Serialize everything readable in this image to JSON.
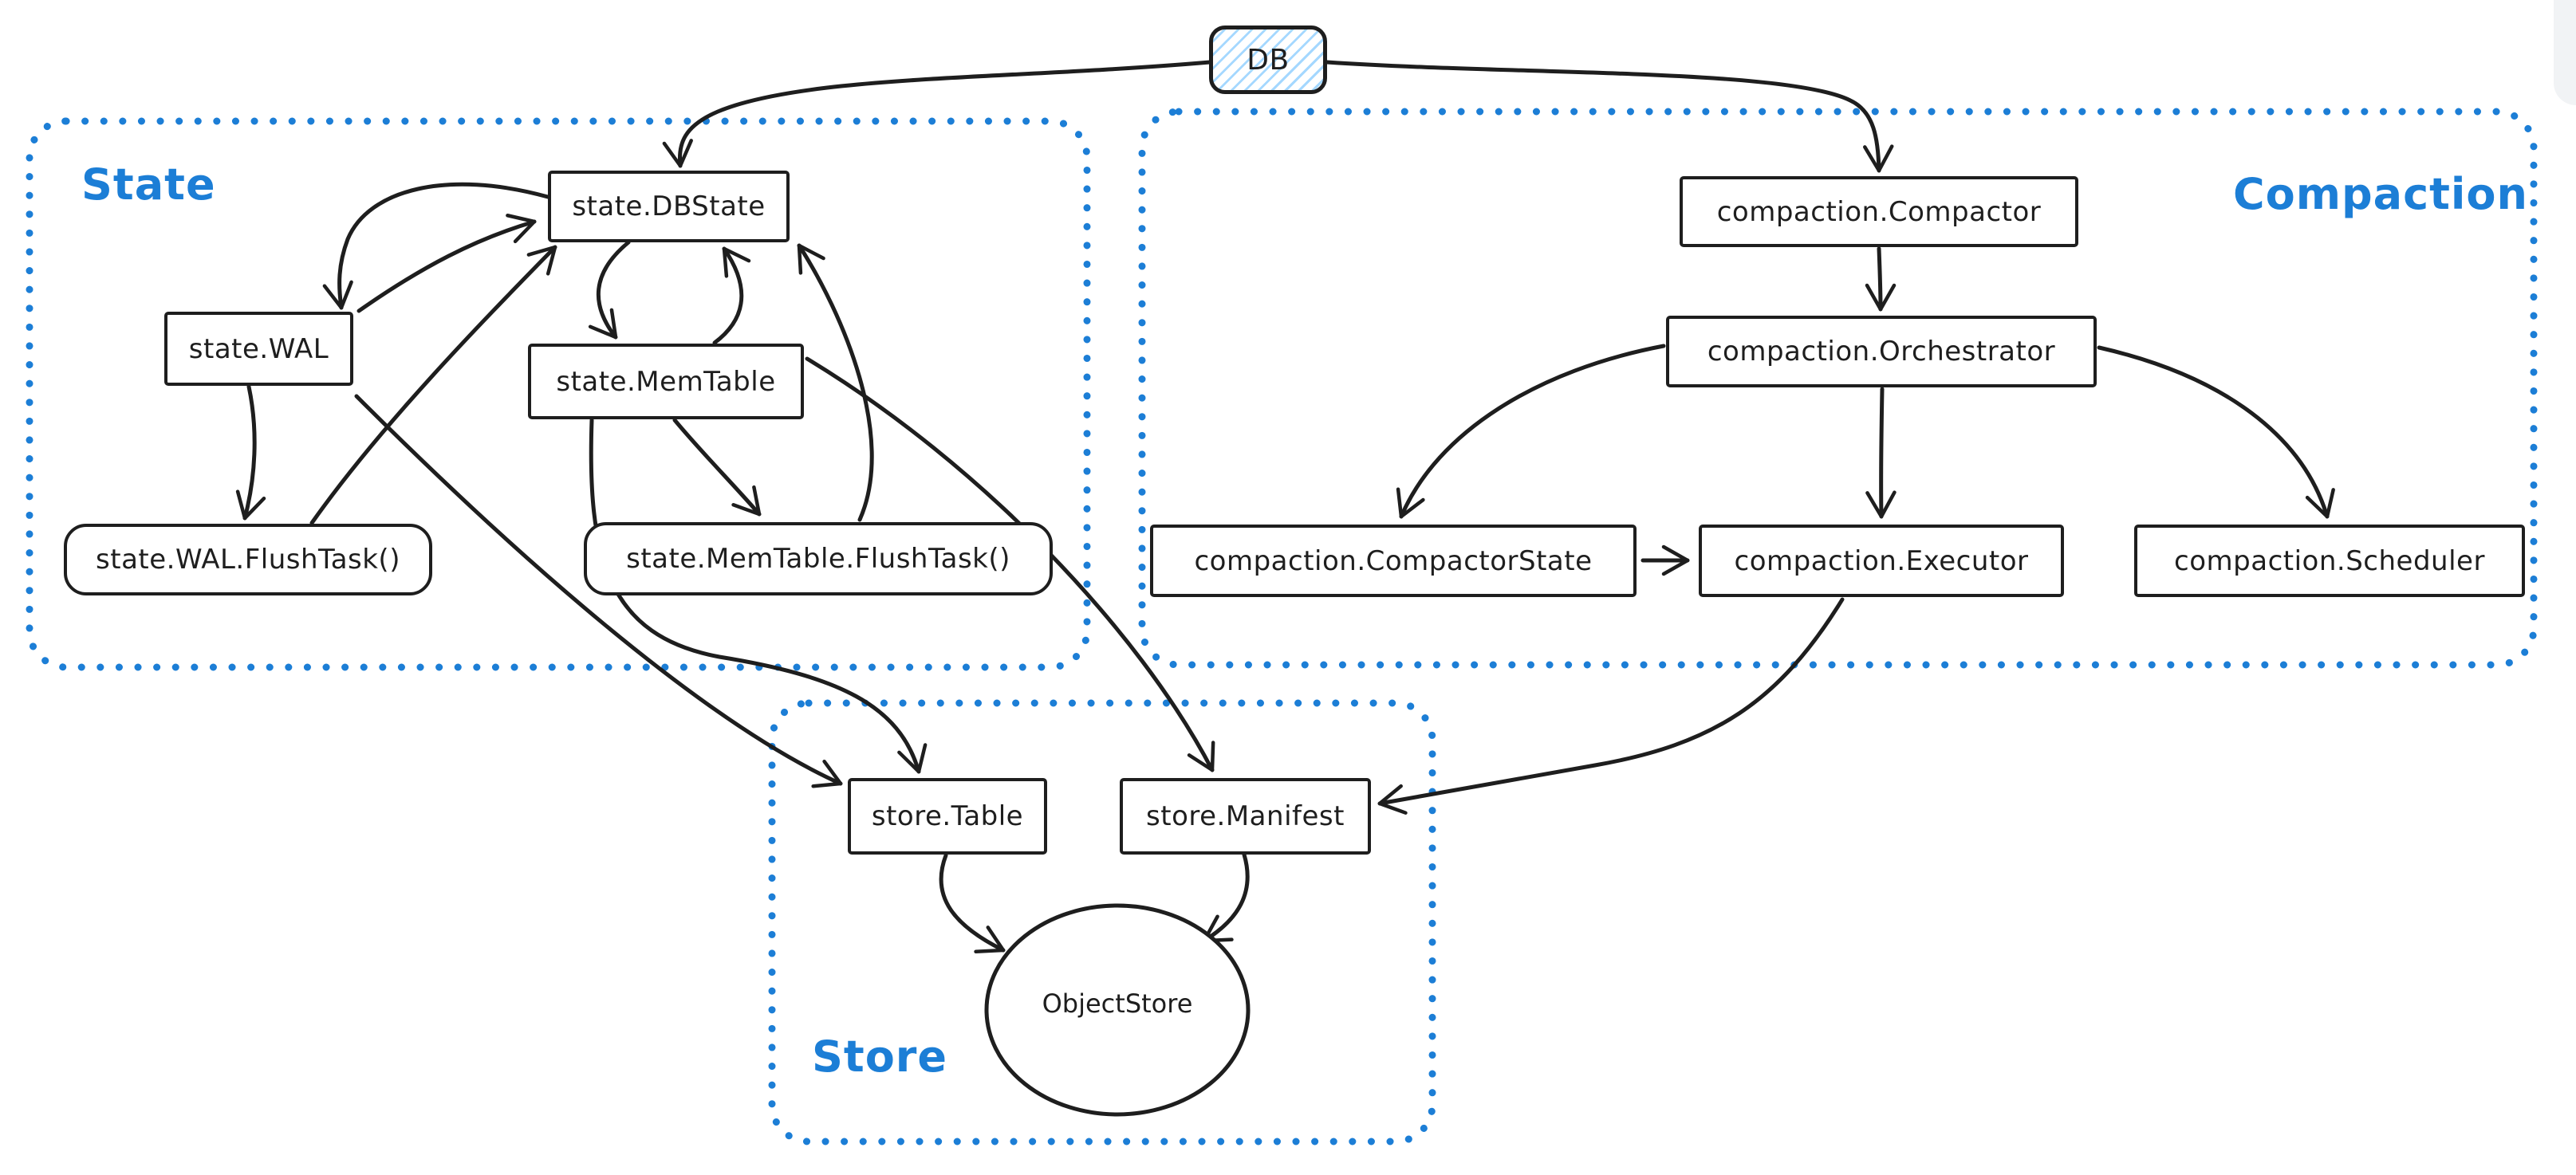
{
  "canvas": {
    "background": "#ffffff",
    "stroke_color": "#1e1e1e",
    "group_accent_color": "#1c7ed6",
    "db_hatch_color": "#a5d8ff"
  },
  "groups": {
    "state": {
      "label": "State"
    },
    "compaction": {
      "label": "Compaction"
    },
    "store": {
      "label": "Store"
    }
  },
  "nodes": {
    "db": {
      "label": "DB",
      "shape": "rounded-rect-hatched",
      "group": null
    },
    "state_dbstate": {
      "label": "state.DBState",
      "shape": "rect",
      "group": "State"
    },
    "state_wal": {
      "label": "state.WAL",
      "shape": "rect",
      "group": "State"
    },
    "state_memtable": {
      "label": "state.MemTable",
      "shape": "rect",
      "group": "State"
    },
    "state_wal_flushtask": {
      "label": "state.WAL.FlushTask()",
      "shape": "rounded-rect",
      "group": "State"
    },
    "state_memtable_flushtask": {
      "label": "state.MemTable.FlushTask()",
      "shape": "rounded-rect",
      "group": "State"
    },
    "compaction_compactor": {
      "label": "compaction.Compactor",
      "shape": "rect",
      "group": "Compaction"
    },
    "compaction_orchestrator": {
      "label": "compaction.Orchestrator",
      "shape": "rect",
      "group": "Compaction"
    },
    "compaction_compactorstate": {
      "label": "compaction.CompactorState",
      "shape": "rect",
      "group": "Compaction"
    },
    "compaction_executor": {
      "label": "compaction.Executor",
      "shape": "rect",
      "group": "Compaction"
    },
    "compaction_scheduler": {
      "label": "compaction.Scheduler",
      "shape": "rect",
      "group": "Compaction"
    },
    "store_table": {
      "label": "store.Table",
      "shape": "rect",
      "group": "Store"
    },
    "store_manifest": {
      "label": "store.Manifest",
      "shape": "rect",
      "group": "Store"
    },
    "objectstore": {
      "label": "ObjectStore",
      "shape": "ellipse",
      "group": "Store"
    }
  },
  "edges": [
    {
      "from": "DB",
      "to": "state.DBState"
    },
    {
      "from": "DB",
      "to": "compaction.Compactor"
    },
    {
      "from": "state.DBState",
      "to": "state.WAL"
    },
    {
      "from": "state.WAL",
      "to": "state.DBState"
    },
    {
      "from": "state.WAL.FlushTask()",
      "to": "state.DBState"
    },
    {
      "from": "state.WAL",
      "to": "state.WAL.FlushTask()"
    },
    {
      "from": "state.WAL",
      "to": "store.Table"
    },
    {
      "from": "state.DBState",
      "to": "state.MemTable"
    },
    {
      "from": "state.MemTable",
      "to": "state.DBState"
    },
    {
      "from": "state.MemTable",
      "to": "state.MemTable.FlushTask()"
    },
    {
      "from": "state.MemTable.FlushTask()",
      "to": "state.DBState"
    },
    {
      "from": "state.MemTable",
      "to": "store.Table"
    },
    {
      "from": "state.MemTable",
      "to": "store.Manifest"
    },
    {
      "from": "compaction.Compactor",
      "to": "compaction.Orchestrator"
    },
    {
      "from": "compaction.Orchestrator",
      "to": "compaction.CompactorState"
    },
    {
      "from": "compaction.Orchestrator",
      "to": "compaction.Executor"
    },
    {
      "from": "compaction.Orchestrator",
      "to": "compaction.Scheduler"
    },
    {
      "from": "compaction.CompactorState",
      "to": "compaction.Executor"
    },
    {
      "from": "compaction.Executor",
      "to": "store.Manifest"
    },
    {
      "from": "store.Table",
      "to": "ObjectStore"
    },
    {
      "from": "store.Manifest",
      "to": "ObjectStore"
    }
  ]
}
